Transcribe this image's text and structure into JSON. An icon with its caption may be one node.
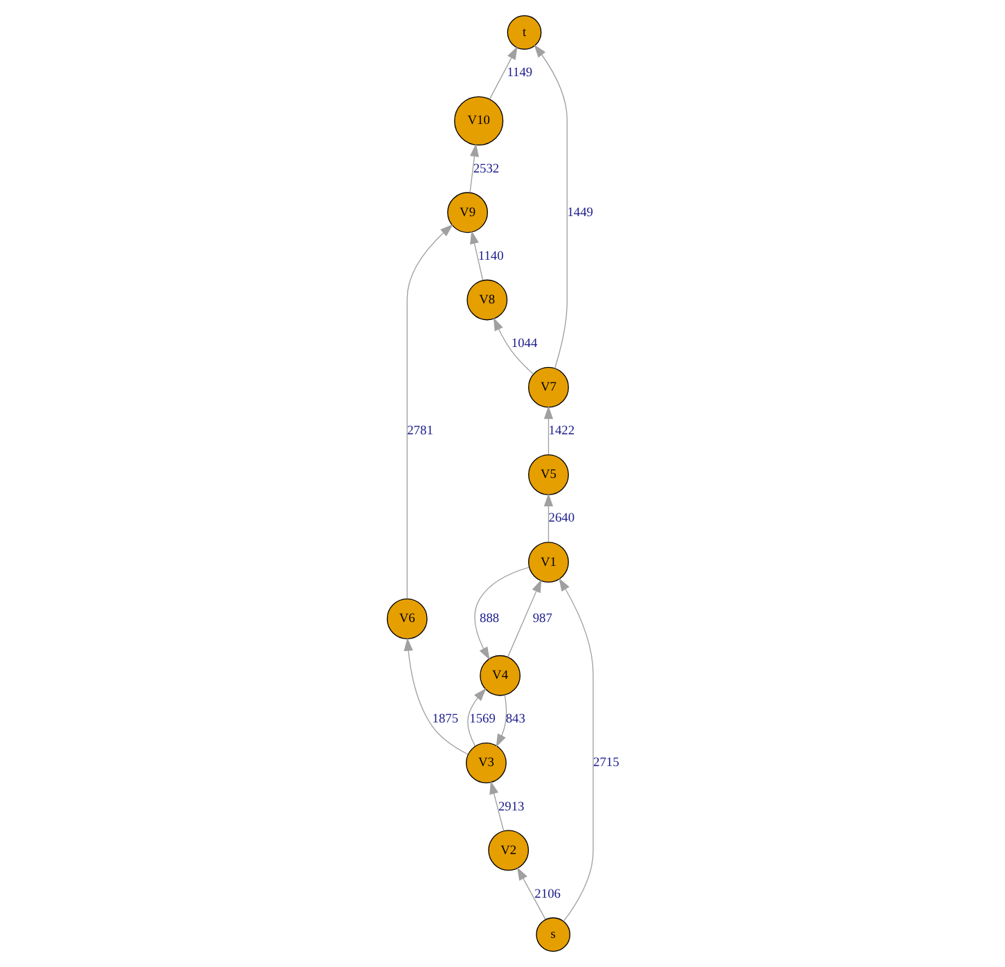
{
  "diagram": {
    "nodes": [
      {
        "text": [
          "V10"
        ]
      },
      {
        "text": [
          "t"
        ]
      },
      {
        "text": [
          "V9"
        ]
      },
      {
        "text": [
          "V8"
        ]
      },
      {
        "text": [
          "V7"
        ]
      },
      {
        "text": [
          "V6"
        ]
      },
      {
        "text": [
          "V5"
        ]
      },
      {
        "text": [
          "V3"
        ]
      },
      {
        "text": [
          "V4"
        ]
      },
      {
        "text": [
          "V1"
        ]
      },
      {
        "text": [
          "V2"
        ]
      },
      {
        "text": [
          "s"
        ]
      }
    ],
    "edges": [
      {
        "from": 0,
        "to": 1,
        "arrow": "to",
        "label": "1149"
      },
      {
        "from": 2,
        "to": 0,
        "arrow": "to",
        "label": "2532"
      },
      {
        "from": 3,
        "to": 2,
        "arrow": "to",
        "label": "1140"
      },
      {
        "from": 4,
        "to": 3,
        "arrow": "to",
        "label": "1044"
      },
      {
        "from": 4,
        "to": 1,
        "arrow": "to",
        "label": "1449"
      },
      {
        "from": 5,
        "to": 2,
        "arrow": "to",
        "label": "2781"
      },
      {
        "from": 6,
        "to": 4,
        "arrow": "to",
        "label": "1422"
      },
      {
        "from": 7,
        "to": 5,
        "arrow": "to",
        "label": "1875"
      },
      {
        "from": 9,
        "to": 6,
        "arrow": "to",
        "label": "2640"
      },
      {
        "from": 8,
        "to": 7,
        "arrow": "to",
        "label": "843"
      },
      {
        "from": 7,
        "to": 8,
        "arrow": "to",
        "label": "1569"
      },
      {
        "from": 9,
        "to": 8,
        "arrow": "to",
        "label": "888"
      },
      {
        "from": 8,
        "to": 9,
        "arrow": "to",
        "label": "987"
      },
      {
        "from": 10,
        "to": 7,
        "arrow": "to",
        "label": "2913"
      },
      {
        "from": 11,
        "to": 9,
        "arrow": "to",
        "label": "2715"
      },
      {
        "from": 11,
        "to": 10,
        "arrow": "to",
        "label": "2106"
      }
    ]
  }
}
